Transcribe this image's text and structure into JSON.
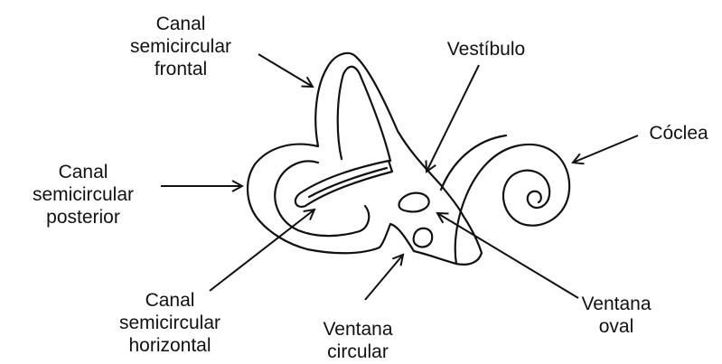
{
  "colors": {
    "ink": "#111111",
    "background": "#ffffff"
  },
  "labels": {
    "frontal": {
      "lines": [
        "Canal",
        "semicircular",
        "frontal"
      ]
    },
    "posterior": {
      "lines": [
        "Canal",
        "semicircular",
        "posterior"
      ]
    },
    "horizontal": {
      "lines": [
        "Canal",
        "semicircular",
        "horizontal"
      ]
    },
    "vestibulo": {
      "lines": [
        "Vestíbulo"
      ]
    },
    "coclea": {
      "lines": [
        "Cóclea"
      ]
    },
    "ventana_oval": {
      "lines": [
        "Ventana",
        "oval"
      ]
    },
    "ventana_circular": {
      "lines": [
        "Ventana",
        "circular"
      ]
    }
  }
}
